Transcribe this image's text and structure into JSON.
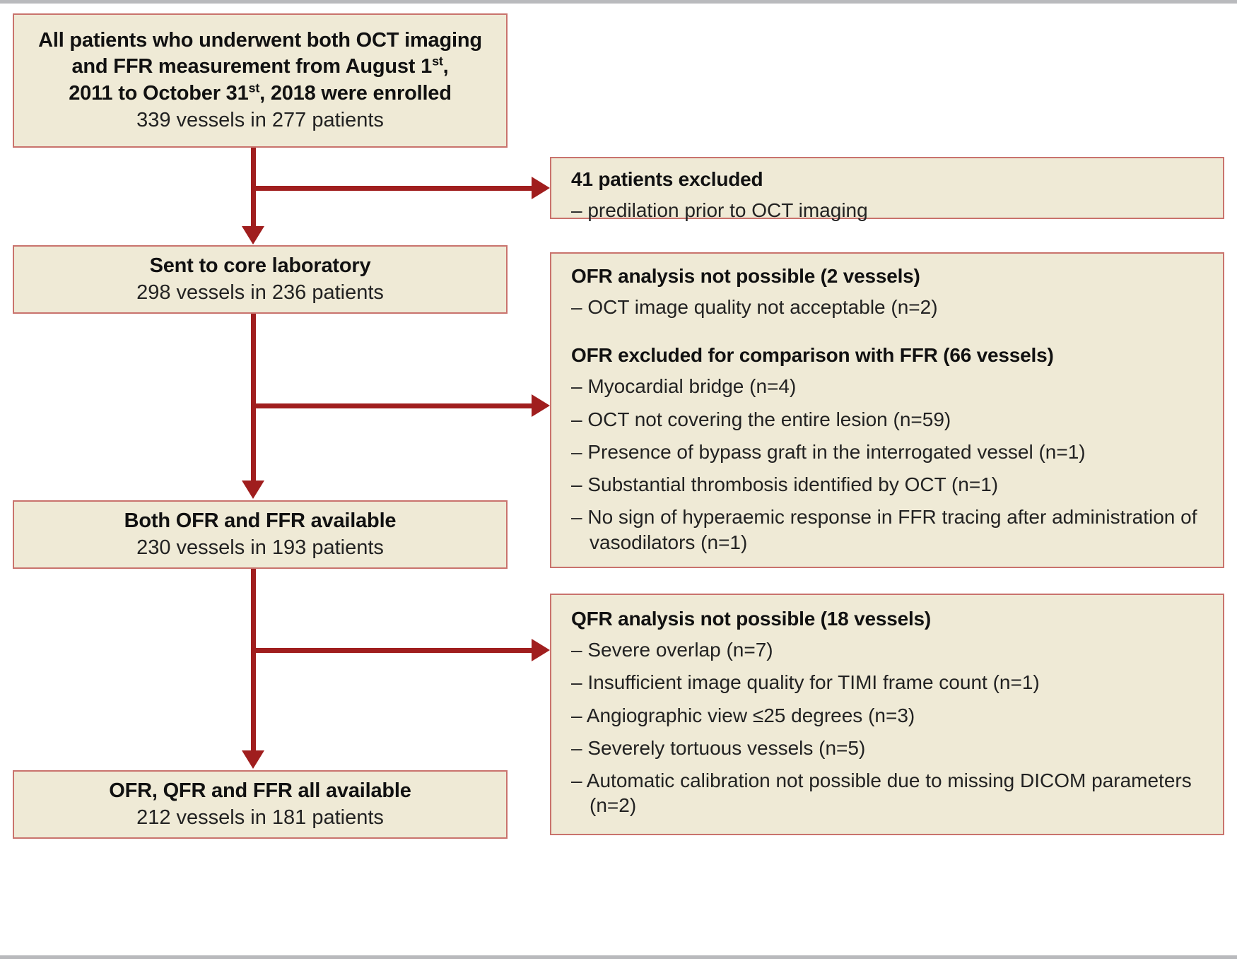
{
  "figure": {
    "type": "flowchart",
    "title": "Study flow chart of patient and vessel enrolment",
    "colors": {
      "box_fill": "#efead6",
      "box_border": "#c9736d",
      "connector": "#a01e1e",
      "frame_rule": "#b9babd",
      "text": "#111111"
    }
  },
  "flow": {
    "enrolment_box": {
      "title_line1": "All patients who underwent both OCT imaging",
      "title_line2_pre": "and FFR measurement from August 1",
      "title_line2_sup": "st",
      "title_line2_post": ",",
      "title_line3_pre": "2011 to October 31",
      "title_line3_sup": "st",
      "title_line3_post": ", 2018 were enrolled",
      "count": "339 vessels in 277 patients"
    },
    "core_lab_box": {
      "title": "Sent to core laboratory",
      "count": "298 vessels in 236 patients"
    },
    "ofr_ffr_box": {
      "title": "Both OFR and FFR available",
      "count": "230 vessels in 193 patients"
    },
    "final_box": {
      "title": "OFR, QFR and FFR all available",
      "count": "212 vessels in 181 patients"
    }
  },
  "exclusions": {
    "predilation": {
      "title": "41 patients excluded",
      "items": [
        "– predilation prior to OCT imaging"
      ]
    },
    "ofr": {
      "group1_title": "OFR analysis not possible (2 vessels)",
      "group1_items": [
        "– OCT image quality not acceptable (n=2)"
      ],
      "group2_title": "OFR excluded for comparison with FFR (66 vessels)",
      "group2_items": [
        "– Myocardial bridge (n=4)",
        "– OCT not covering the entire lesion (n=59)",
        "– Presence of bypass graft in the interrogated vessel (n=1)",
        "– Substantial thrombosis identified by OCT (n=1)",
        "– No sign of hyperaemic response in FFR tracing after administration of vasodilators (n=1)"
      ]
    },
    "qfr": {
      "title": "QFR analysis not possible (18 vessels)",
      "items": [
        "– Severe overlap (n=7)",
        "– Insufficient image quality for TIMI frame count (n=1)",
        "– Angiographic view ≤25 degrees (n=3)",
        "– Severely tortuous vessels (n=5)",
        "– Automatic calibration not possible due to missing DICOM parameters (n=2)"
      ]
    }
  }
}
